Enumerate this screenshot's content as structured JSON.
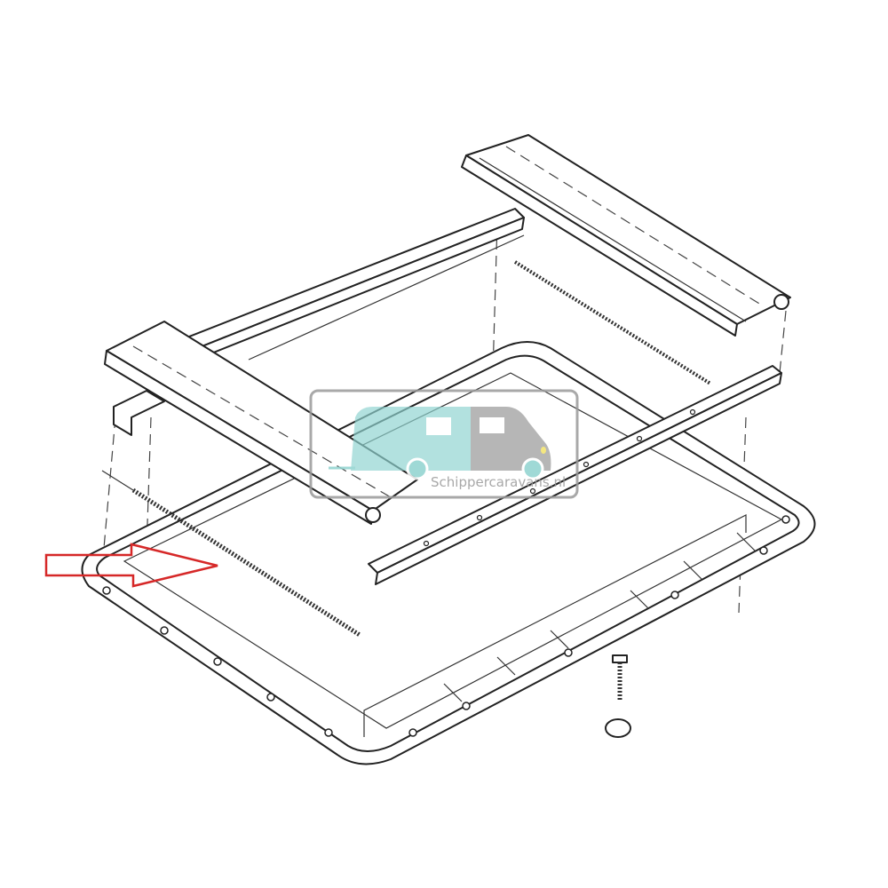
{
  "diagram": {
    "watermark": {
      "text": "Schippercaravans.nl",
      "colors": {
        "caravan": "#8fd3cf",
        "camper": "#9a9a9a",
        "headlight": "#f3e36a"
      }
    },
    "highlight_arrow": {
      "color": "#d62828",
      "direction": "right"
    },
    "parts": [
      "frame",
      "roller-blind-bar",
      "rear-rail",
      "front-bar",
      "side-rail",
      "spring-rod-left",
      "spring-rod-right",
      "screw",
      "screw-cap"
    ]
  }
}
